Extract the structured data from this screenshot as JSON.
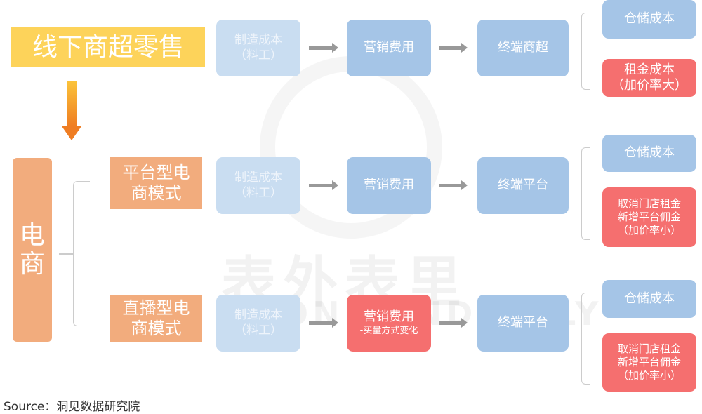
{
  "title": "线下商超零售",
  "ecommerce_label": "电商",
  "watermark": {
    "text": "表外表里",
    "subtext": "ONE AND ONLY"
  },
  "rows": [
    {
      "mode": "",
      "stages": [
        {
          "line1": "制造成本",
          "line2": "（料工）"
        },
        {
          "line1": "营销费用",
          "line2": ""
        },
        {
          "line1": "终端商超",
          "line2": ""
        }
      ],
      "costs": [
        {
          "lines": [
            "仓储成本"
          ]
        },
        {
          "lines": [
            "租金成本",
            "（加价率大）"
          ]
        }
      ]
    },
    {
      "mode": "平台型电商模式",
      "stages": [
        {
          "line1": "制造成本",
          "line2": "（料工）"
        },
        {
          "line1": "营销费用",
          "line2": ""
        },
        {
          "line1": "终端平台",
          "line2": ""
        }
      ],
      "costs": [
        {
          "lines": [
            "仓储成本"
          ]
        },
        {
          "lines": [
            "取消门店租金",
            "新增平台佣金",
            "（加价率小）"
          ]
        }
      ]
    },
    {
      "mode": "直播型电商模式",
      "stages": [
        {
          "line1": "制造成本",
          "line2": "（料工）"
        },
        {
          "line1": "营销费用",
          "line2": "-买量方式变化"
        },
        {
          "line1": "终端平台",
          "line2": ""
        }
      ],
      "costs": [
        {
          "lines": [
            "仓储成本"
          ]
        },
        {
          "lines": [
            "取消门店租金",
            "新增平台佣金",
            "（加价率小）"
          ]
        }
      ]
    }
  ],
  "source": "Source：洞见数据研究院",
  "colors": {
    "yellow": "#fdd35a",
    "orange": "#f2ac7d",
    "light_blue": "#c9ddf1",
    "blue": "#a5c5e7",
    "red": "#f56f6f"
  }
}
